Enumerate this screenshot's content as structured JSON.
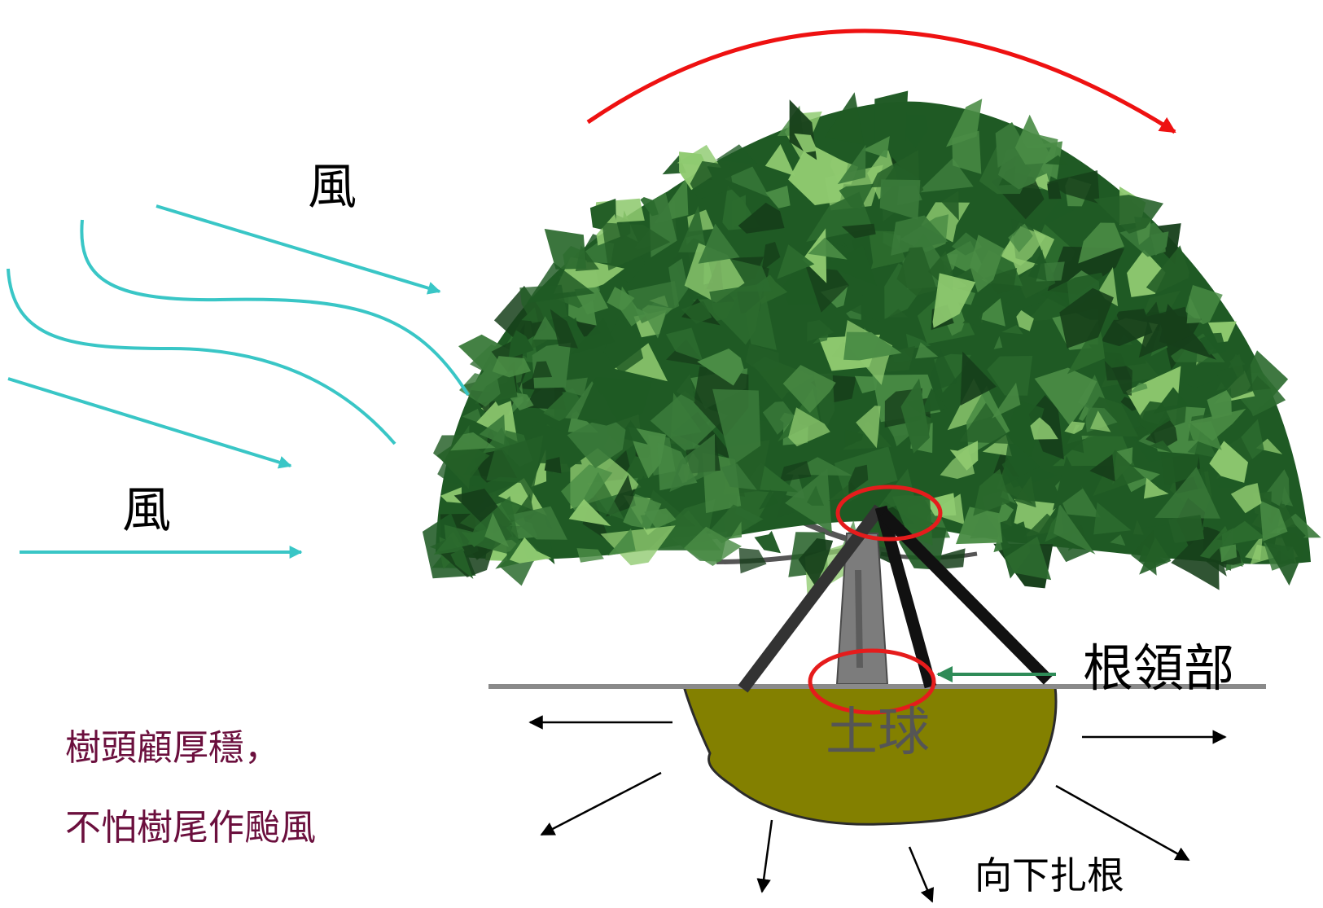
{
  "labels": {
    "wind_upper": "風",
    "wind_lower": "風",
    "root_collar": "根領部",
    "soil_ball": "土球",
    "root_downward": "向下扎根",
    "proverb_line1": "樹頭顧厚穩，",
    "proverb_line2": "不怕樹尾作颱風"
  },
  "colors": {
    "wind_arrows": "#39c6c6",
    "crown_sway_arrow": "#ee1111",
    "highlight_circles": "#e51c1c",
    "support_stakes": "#1e1e1e",
    "soil_ball": "#838000",
    "ground_line": "#8a8a8a",
    "collar_pointer": "#2e8b57",
    "foliage_dark": "#1f5a24",
    "foliage_mid": "#3a7a3a",
    "foliage_light": "#8fca70",
    "trunk": "#7a7a7a",
    "proverb_text": "#6b0f3d"
  },
  "icons": {
    "tree": "tree-illustration",
    "wind": "wind-arrow-icon",
    "stake": "support-stake",
    "root_direction": "arrow-icon"
  }
}
